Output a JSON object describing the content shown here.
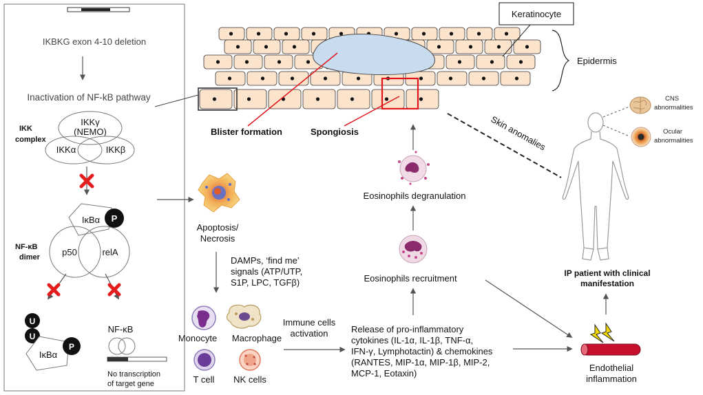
{
  "left_panel": {
    "gene_deletion": "IKBKG exon 4-10 deletion",
    "inactivation": "Inactivation of NF-kB pathway",
    "ikk_complex_line1": "IKK",
    "ikk_complex_line2": "complex",
    "ikk_gamma": "IKKγ",
    "nemo": "(NEMO)",
    "ikk_alpha": "IKKα",
    "ikk_beta": "IKKβ",
    "ikba": "IκBα",
    "p_label": "P",
    "nfkb_dimer_line1": "NF-κB",
    "nfkb_dimer_line2": "dimer",
    "p50": "p50",
    "rela": "relA",
    "u_label": "U",
    "ikba_bottom": "IκBα",
    "nfkb_bottom": "NF-κB",
    "no_transcription_line1": "No transcription",
    "no_transcription_line2": "of target gene"
  },
  "epidermis": {
    "keratinocyte": "Keratinocyte",
    "epidermis": "Epidermis",
    "blister": "Blister formation",
    "spongiosis": "Spongiosis"
  },
  "middle": {
    "apoptosis_line1": "Apoptosis/",
    "apoptosis_line2": "Necrosis",
    "damps_line1": "DAMPs, ‘find me’",
    "damps_line2": "signals (ATP/UTP,",
    "damps_line3": "S1P, LPC, TGFβ)",
    "monocyte": "Monocyte",
    "macrophage": "Macrophage",
    "tcell": "T cell",
    "nkcells": "NK cells",
    "immune_line1": "Immune cells",
    "immune_line2": "activation"
  },
  "right": {
    "degranulation": "Eosinophils degranulation",
    "recruitment": "Eosinophils recruitment",
    "release_line1": "Release of pro-inflammatory",
    "release_line2": "cytokines (IL-1α, IL-1β, TNF-α,",
    "release_line3": "IFN-γ, Lymphotactin) & chemokines",
    "release_line4": "(RANTES, MIP-1α, MIP-1β, MIP-2,",
    "release_line5": "MCP-1, Eotaxin)",
    "skin_anomalies": "Skin anomalies",
    "cns_line1": "CNS",
    "cns_line2": "abnormalities",
    "ocular_line1": "Ocular",
    "ocular_line2": "abnormalities",
    "ip_line1": "IP patient with clinical",
    "ip_line2": "manifestation",
    "endo_line1": "Endothelial",
    "endo_line2": "inflammation"
  },
  "colors": {
    "cell_fill": "#fbe3cc",
    "cell_stroke": "#333333",
    "blister_fill": "#c9dcef",
    "highlight_red": "#e0141a",
    "arrow_gray": "#555555",
    "vessel_red": "#c8102e",
    "lightning_yellow": "#f5d800"
  }
}
